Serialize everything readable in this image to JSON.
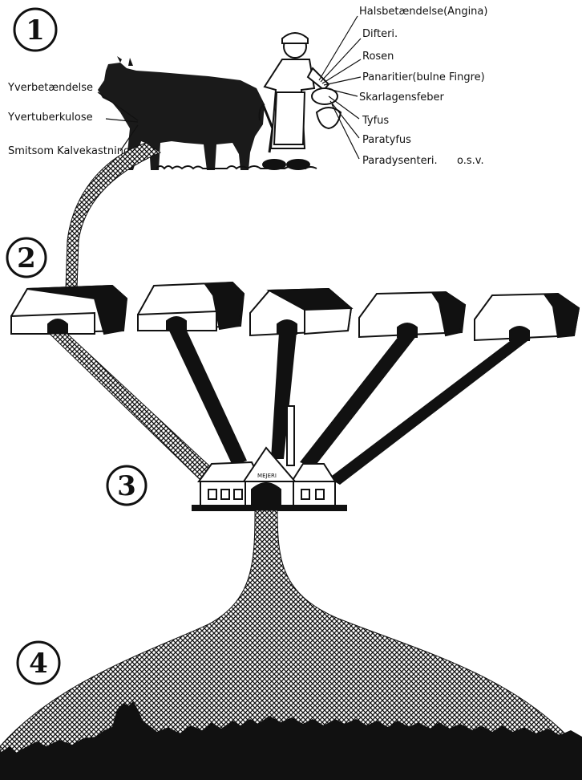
{
  "step_numbers": [
    "1",
    "2",
    "3",
    "4"
  ],
  "cow_diseases": [
    "Yverbetændelse",
    "Yvertuberkulose",
    "Smitsom Kalvekastning"
  ],
  "human_diseases": [
    "Halsbetændelse(Angina)",
    "Difteri.",
    "Rosen",
    "Panaritier(bulne Fingre)",
    "Skarlagensfeber",
    "Tyfus",
    "Paratyfus",
    "Paradysenteri."
  ],
  "etc_text": "o.s.v.",
  "dairy_sign": "MEJERI",
  "colors": {
    "ink": "#111111",
    "paper": "#ffffff"
  }
}
